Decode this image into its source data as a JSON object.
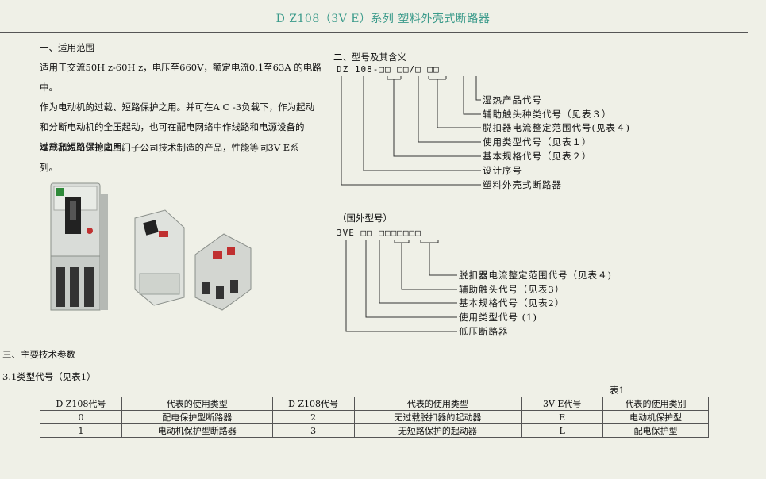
{
  "title": "D Z108（3V E）系列 塑料外壳式断路器",
  "section1": {
    "heading": "一、适用范围",
    "para1_lines": [
      "适用于交流50H z-60H z，电压至660V，额定电流0.1至63A 的电路中。",
      "作为电动机的过载、短路保护之用。并可在A C -3负载下，作为起动",
      "和分断电动机的全压起动，也可在配电网络中作线路和电源设备的",
      "过载和短路保护之用。"
    ],
    "para2_lines": [
      "本产品为引进德国西门子公司技术制造的产品，性能等同3V E系",
      "列。"
    ]
  },
  "section2": {
    "heading": "二、型号及其含义",
    "code": "DZ  108-□□  □□/□  □□",
    "annotations": [
      "湿热产品代号",
      "辅助触头种类代号（见表３）",
      "脱扣器电流整定范围代号(见表４)",
      "使用类型代号（见表１）",
      "基本规格代号（见表２）",
      "设计序号",
      "塑料外壳式断路器"
    ],
    "foreign_heading": "（国外型号）",
    "foreign_code": "3VE  □□  □□□□□□□",
    "foreign_annotations": [
      "脱扣器电流整定范围代号（见表４)",
      "辅助触头代号（见表3）",
      "基本规格代号（见表2）",
      "使用类型代号 (1)",
      "低压断路器"
    ]
  },
  "section3": {
    "heading": "三、主要技术参数",
    "sub_heading": "3.1类型代号（见表1）",
    "table_caption": "表1",
    "table": {
      "headers": [
        "D Z108代号",
        "代表的使用类型",
        "D Z108代号",
        "代表的使用类型",
        "3V E代号",
        "代表的使用类别"
      ],
      "rows": [
        [
          "0",
          "配电保护型断路器",
          "2",
          "无过载脱扣器的起动器",
          "E",
          "电动机保护型"
        ],
        [
          "1",
          "电动机保护型断路器",
          "3",
          "无短路保护的起动器",
          "L",
          "配电保护型"
        ]
      ]
    }
  },
  "colors": {
    "background": "#eff0e7",
    "title": "#3a9a8a"
  }
}
